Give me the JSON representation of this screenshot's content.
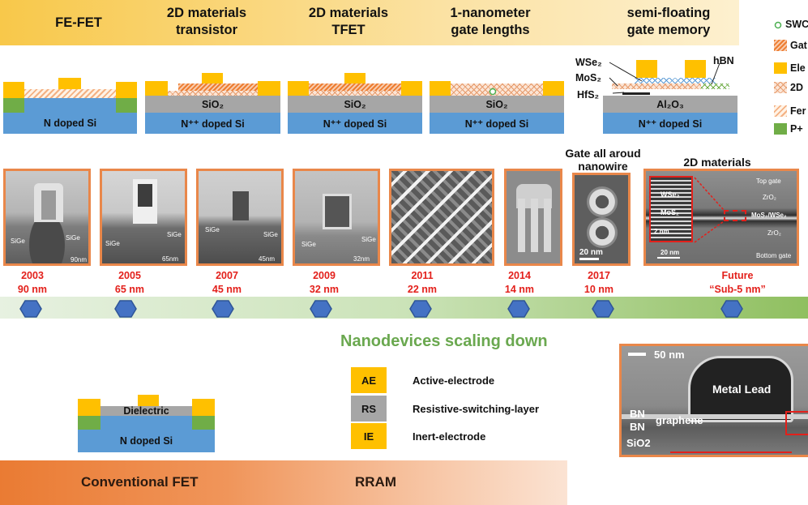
{
  "header": {
    "columns": [
      "FE-FET",
      "2D materials\ntransistor",
      "2D materials\nTFET",
      "1-nanometer\ngate lengths",
      "semi-floating\ngate memory"
    ]
  },
  "legend": {
    "items": [
      "SWC",
      "Gat",
      "Ele",
      "2D",
      "Fer",
      "P+"
    ]
  },
  "schematics": {
    "n_doped_si": "N doped Si",
    "npp_doped_si": "N⁺⁺ doped Si",
    "sio2": "SiO₂",
    "al2o3": "Al₂O₃",
    "wse2": "WSe₂",
    "mos2": "MoS₂",
    "hfs2": "HfS₂",
    "hbn": "hBN",
    "dielectric": "Dielectric"
  },
  "nodes": [
    {
      "year": "2003",
      "node": "90 nm"
    },
    {
      "year": "2005",
      "node": "65 nm"
    },
    {
      "year": "2007",
      "node": "45 nm"
    },
    {
      "year": "2009",
      "node": "32 nm"
    },
    {
      "year": "2011",
      "node": "22 nm"
    },
    {
      "year": "2014",
      "node": "14 nm"
    },
    {
      "year": "2017",
      "node": "10 nm"
    },
    {
      "year": "Future",
      "node": "“Sub-5 nm”"
    }
  ],
  "panels": {
    "sige": "SiGe",
    "scale_90": "90nm",
    "scale_65": "65nm",
    "scale_45": "45nm",
    "scale_32": "32nm",
    "gaa_title": "Gate all aroud\nnanowire",
    "gaa_scale": "20 nm",
    "future_title": "2D materials",
    "top_gate": "Top gate",
    "zro2_top": "ZrO₂",
    "wse2": "WSe₂",
    "mos2": "MoS₂",
    "mos2_wse2": "MoS₂/WSe₂",
    "scale_2nm": "2 nm",
    "zro2_bottom": "ZrO₂",
    "scale_20nm": "20 nm",
    "bottom_gate": "Bottom gate"
  },
  "headline": "Nanodevices scaling down",
  "rram": {
    "rows": [
      {
        "abbr": "AE",
        "label": "Active-electrode",
        "color": "#ffc000"
      },
      {
        "abbr": "RS",
        "label": "Resistive-switching-layer",
        "color": "#a6a6a6"
      },
      {
        "abbr": "IE",
        "label": "Inert-electrode",
        "color": "#ffc000"
      }
    ]
  },
  "tem": {
    "scale": "50 nm",
    "metal_lead": "Metal Lead",
    "bn1": "BN",
    "bn2": "BN",
    "graphene": "graphene",
    "sio2": "SiO2"
  },
  "bottom": {
    "conventional": "Conventional FET",
    "rram": "RRAM"
  },
  "colors": {
    "accent_orange": "#e9874a",
    "year_red": "#e3201b",
    "headline_green": "#6aa84f",
    "gold": "#ffc000",
    "si_blue": "#5b9bd5",
    "oxide_gray": "#a6a6a6"
  }
}
